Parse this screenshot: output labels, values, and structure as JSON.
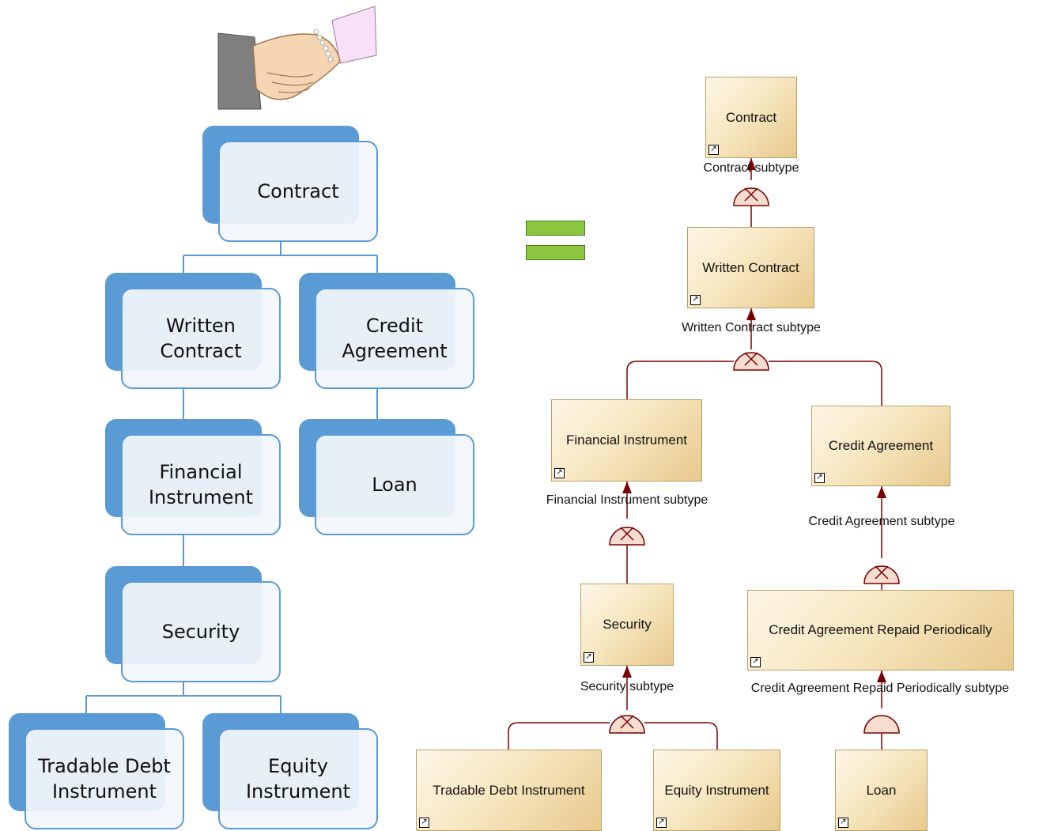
{
  "left_tree": {
    "root": "Contract",
    "written_contract": "Written Contract",
    "credit_agreement": "Credit Agreement",
    "financial_instrument": "Financial Instrument",
    "loan": "Loan",
    "security": "Security",
    "tradable_debt_instrument": "Tradable Debt Instrument",
    "equity_instrument": "Equity Instrument"
  },
  "right_model": {
    "contract": "Contract",
    "contract_subtype": "Contract subtype",
    "written_contract": "Written Contract",
    "written_contract_subtype": "Written Contract subtype",
    "financial_instrument": "Financial Instrument",
    "financial_instrument_subtype": "Financial Instrument subtype",
    "credit_agreement": "Credit Agreement",
    "credit_agreement_subtype": "Credit Agreement subtype",
    "security": "Security",
    "security_subtype": "Security subtype",
    "credit_agreement_repaid": "Credit Agreement Repaid Periodically",
    "credit_agreement_repaid_subtype": "Credit Agreement Repaid Periodically subtype",
    "tradable_debt_instrument": "Tradable Debt Instrument",
    "equity_instrument": "Equity Instrument",
    "loan": "Loan"
  },
  "colors": {
    "hierarchy_blue": "#5b9bd5",
    "equals_green": "#8cc63f",
    "connector_darkred": "#7a0000"
  },
  "icons": [
    "handshake-icon",
    "equals-icon",
    "shortcut-arrow-icon",
    "exclusive-subtype-icon",
    "subtype-icon"
  ]
}
